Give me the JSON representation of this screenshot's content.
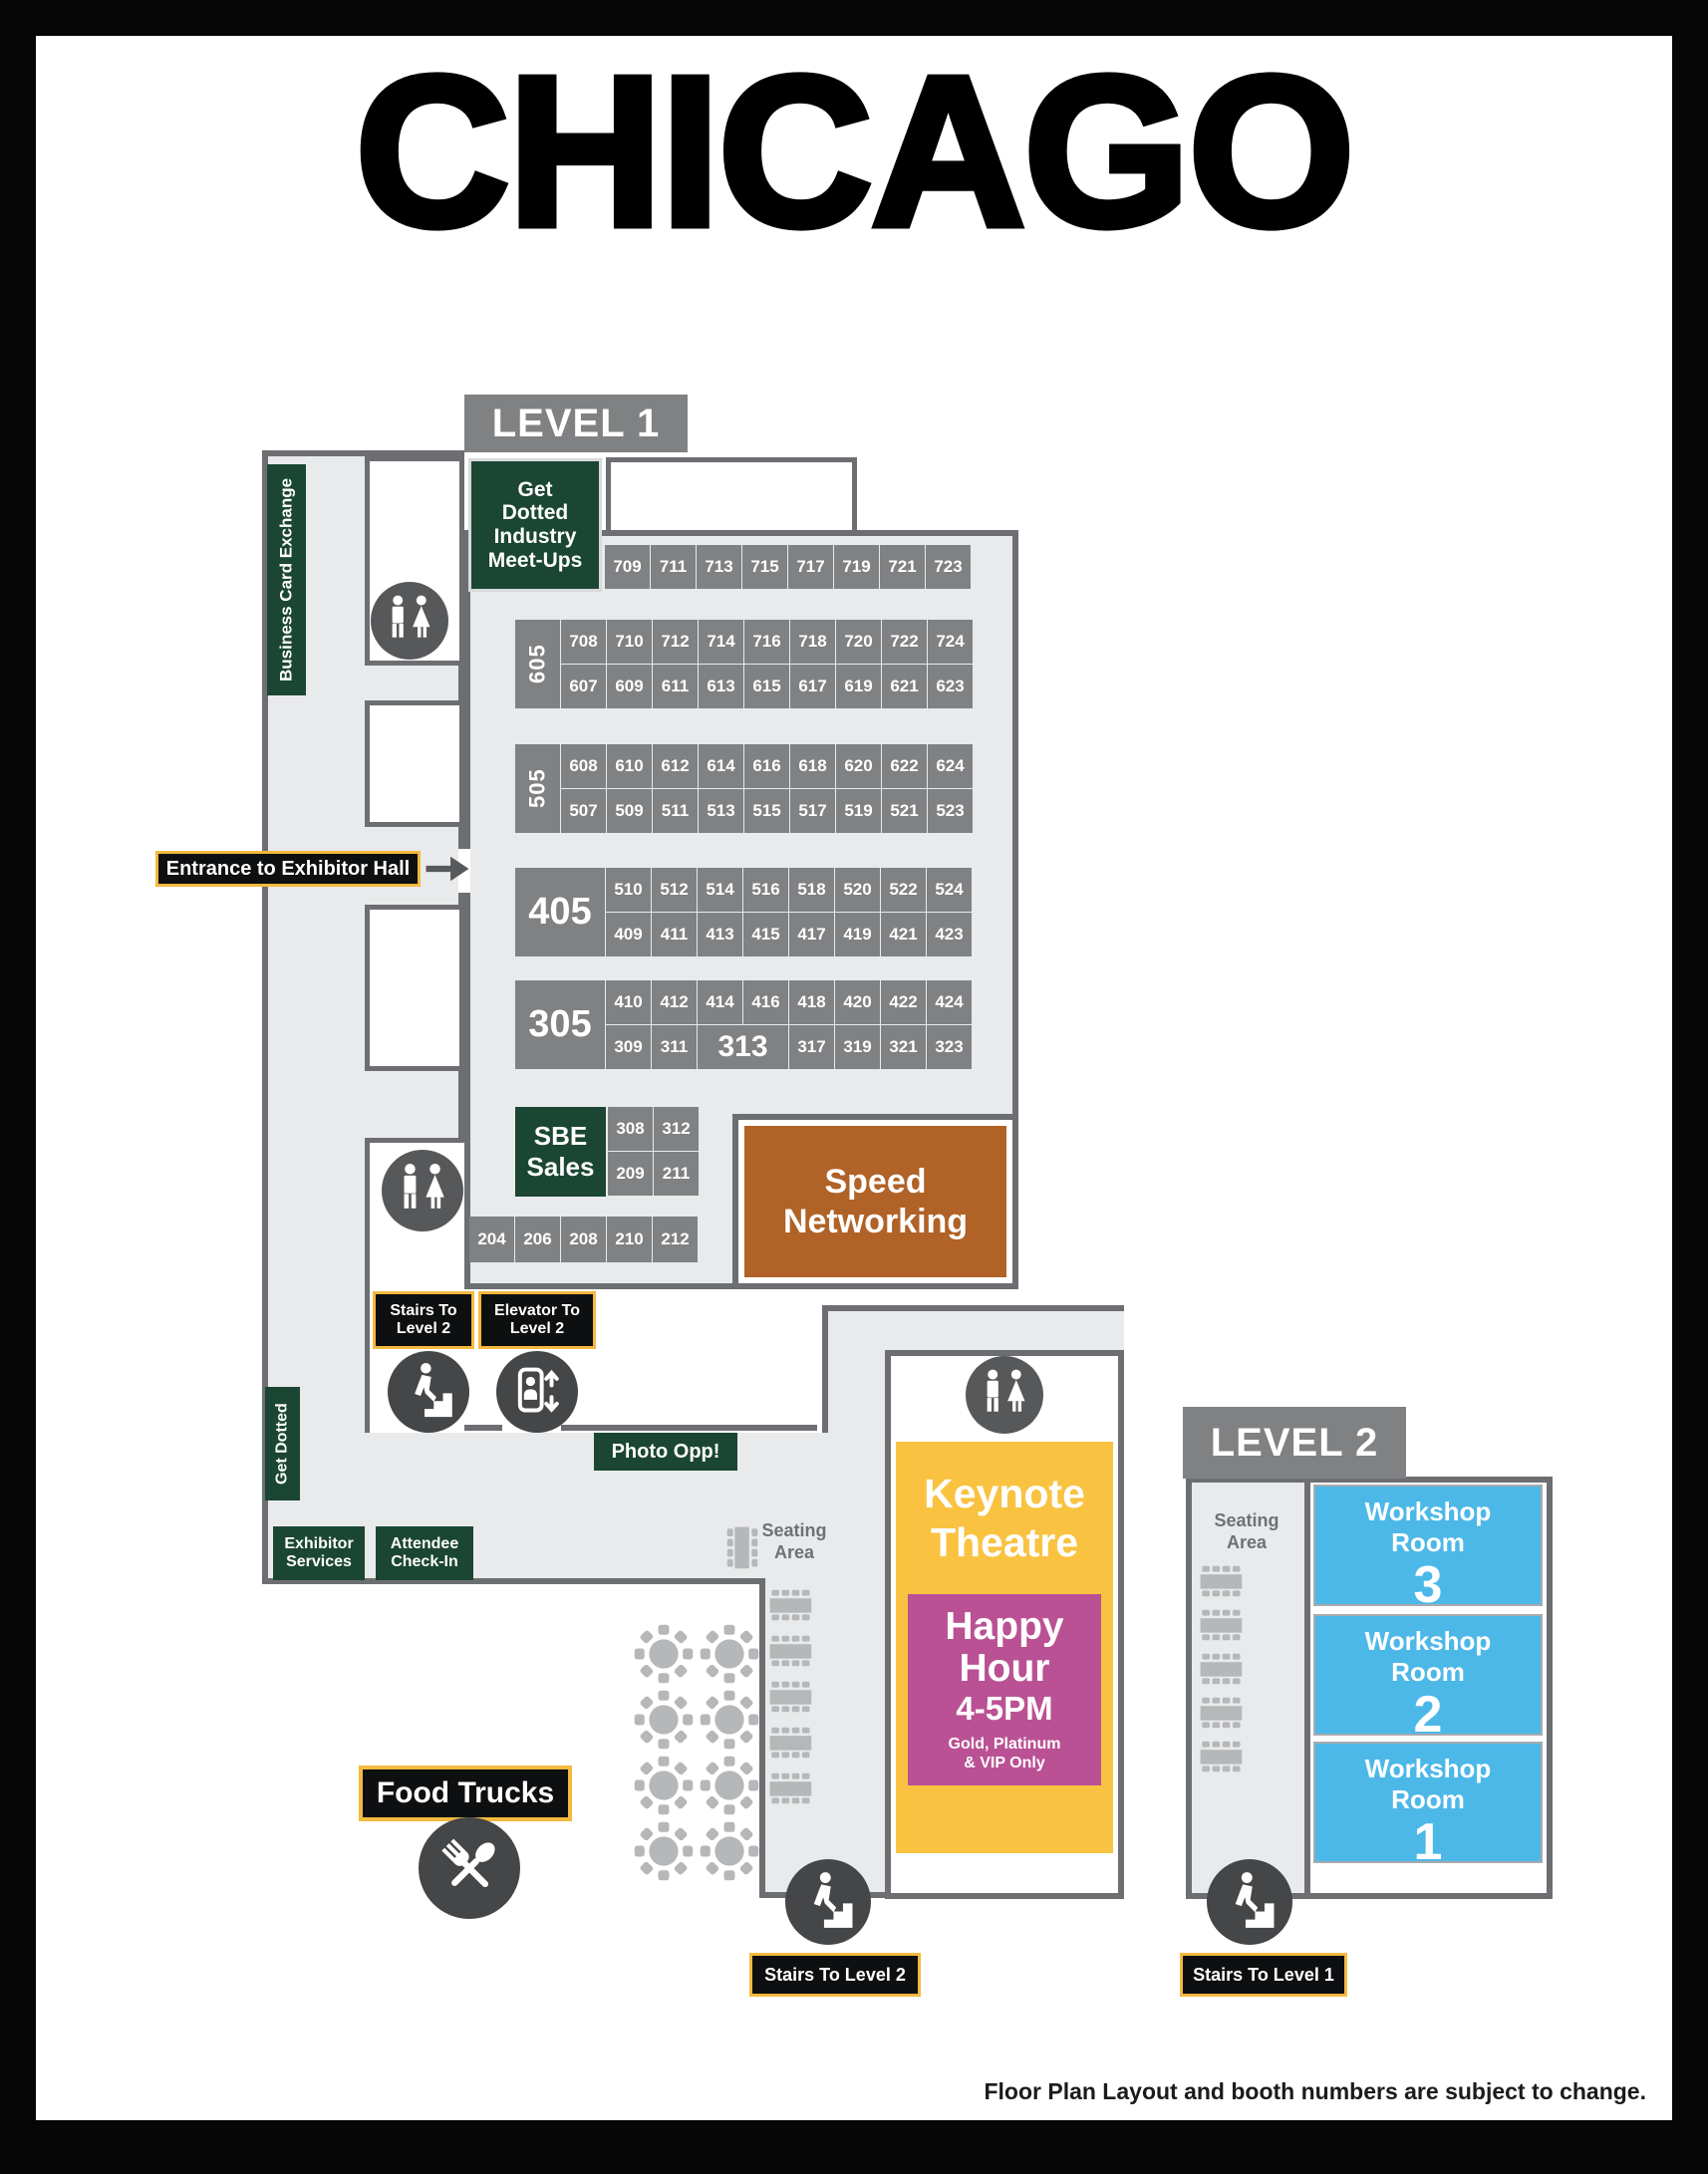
{
  "page": {
    "title": "CHICAGO",
    "footer": "Floor Plan Layout and booth numbers are subject to change."
  },
  "colors": {
    "green": "#1b4633",
    "booth": "#808183",
    "wall": "#6d6e71",
    "floor": "#e9eaeb",
    "brown": "#b06227",
    "yellow": "#f9c240",
    "magenta": "#ba5194",
    "blue": "#4cb8e8",
    "sign_border": "#f4b93f",
    "ink": "#0e0f10",
    "circle": "#57585a",
    "circle_dark": "#454648",
    "seat": "#b5b7b9",
    "label_gray": "#6f7174"
  },
  "level1": {
    "header": "LEVEL 1",
    "signs": {
      "business_card_exchange": "Business Card Exchange",
      "get_dotted_meetups": [
        "Get",
        "Dotted",
        "Industry",
        "Meet-Ups"
      ],
      "entrance": "Entrance to Exhibitor Hall",
      "get_dotted": "Get Dotted",
      "stairs_to_level_2": [
        "Stairs To",
        "Level 2"
      ],
      "elevator_to_level_2": [
        "Elevator To",
        "Level 2"
      ],
      "photo_opp": "Photo Opp!",
      "exhibitor_services": [
        "Exhibitor",
        "Services"
      ],
      "attendee_check_in": [
        "Attendee",
        "Check-In"
      ],
      "sbe_sales": [
        "SBE",
        "Sales"
      ],
      "speed_networking": [
        "Speed",
        "Networking"
      ],
      "food_trucks": "Food Trucks",
      "stairs_to_level_2_bottom": "Stairs To Level 2"
    },
    "keynote": {
      "title": [
        "Keynote",
        "Theatre"
      ],
      "happy_hour": [
        "Happy",
        "Hour"
      ],
      "time": "4-5PM",
      "restriction": [
        "Gold, Platinum",
        "& VIP Only"
      ]
    },
    "booths": {
      "row_700s": [
        "709",
        "711",
        "713",
        "715",
        "717",
        "719",
        "721",
        "723"
      ],
      "block_605": {
        "label": "605",
        "top": [
          "708",
          "710",
          "712",
          "714",
          "716",
          "718",
          "720",
          "722",
          "724"
        ],
        "bottom": [
          "607",
          "609",
          "611",
          "613",
          "615",
          "617",
          "619",
          "621",
          "623"
        ]
      },
      "block_505": {
        "label": "505",
        "top": [
          "608",
          "610",
          "612",
          "614",
          "616",
          "618",
          "620",
          "622",
          "624"
        ],
        "bottom": [
          "507",
          "509",
          "511",
          "513",
          "515",
          "517",
          "519",
          "521",
          "523"
        ]
      },
      "block_405": {
        "label": "405",
        "top": [
          "510",
          "512",
          "514",
          "516",
          "518",
          "520",
          "522",
          "524"
        ],
        "bottom": [
          "409",
          "411",
          "413",
          "415",
          "417",
          "419",
          "421",
          "423"
        ]
      },
      "block_305": {
        "label": "305",
        "top": [
          "410",
          "412",
          "414",
          "416",
          "418",
          "420",
          "422",
          "424"
        ],
        "bottom": [
          "309",
          "311",
          "313",
          "317",
          "319",
          "321",
          "323"
        ],
        "wide": "313"
      },
      "block_sbe": {
        "top": [
          "308",
          "312"
        ],
        "bottom": [
          "209",
          "211"
        ]
      },
      "row_200s": [
        "204",
        "206",
        "208",
        "210",
        "212"
      ]
    },
    "seating": {
      "label": [
        "Seating",
        "Area"
      ],
      "rect_tables": 5,
      "vertical_tables": 1,
      "round_tables": 8
    }
  },
  "level2": {
    "header": "LEVEL 2",
    "seating_label": [
      "Seating",
      "Area"
    ],
    "rect_tables": 5,
    "workshop_rooms": [
      {
        "name": [
          "Workshop",
          "Room"
        ],
        "number": "3"
      },
      {
        "name": [
          "Workshop",
          "Room"
        ],
        "number": "2"
      },
      {
        "name": [
          "Workshop",
          "Room"
        ],
        "number": "1"
      }
    ],
    "stairs_to_level_1": "Stairs To Level 1"
  }
}
